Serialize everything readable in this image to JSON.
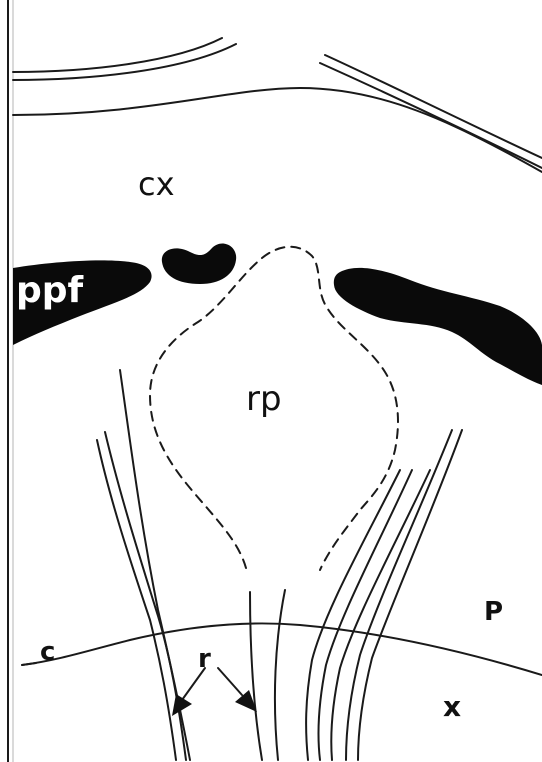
{
  "diagram": {
    "labels": {
      "cx": "cx",
      "ppf": "ppf",
      "rp": "rp",
      "P": "P",
      "c": "c",
      "r": "r",
      "x": "x"
    }
  }
}
